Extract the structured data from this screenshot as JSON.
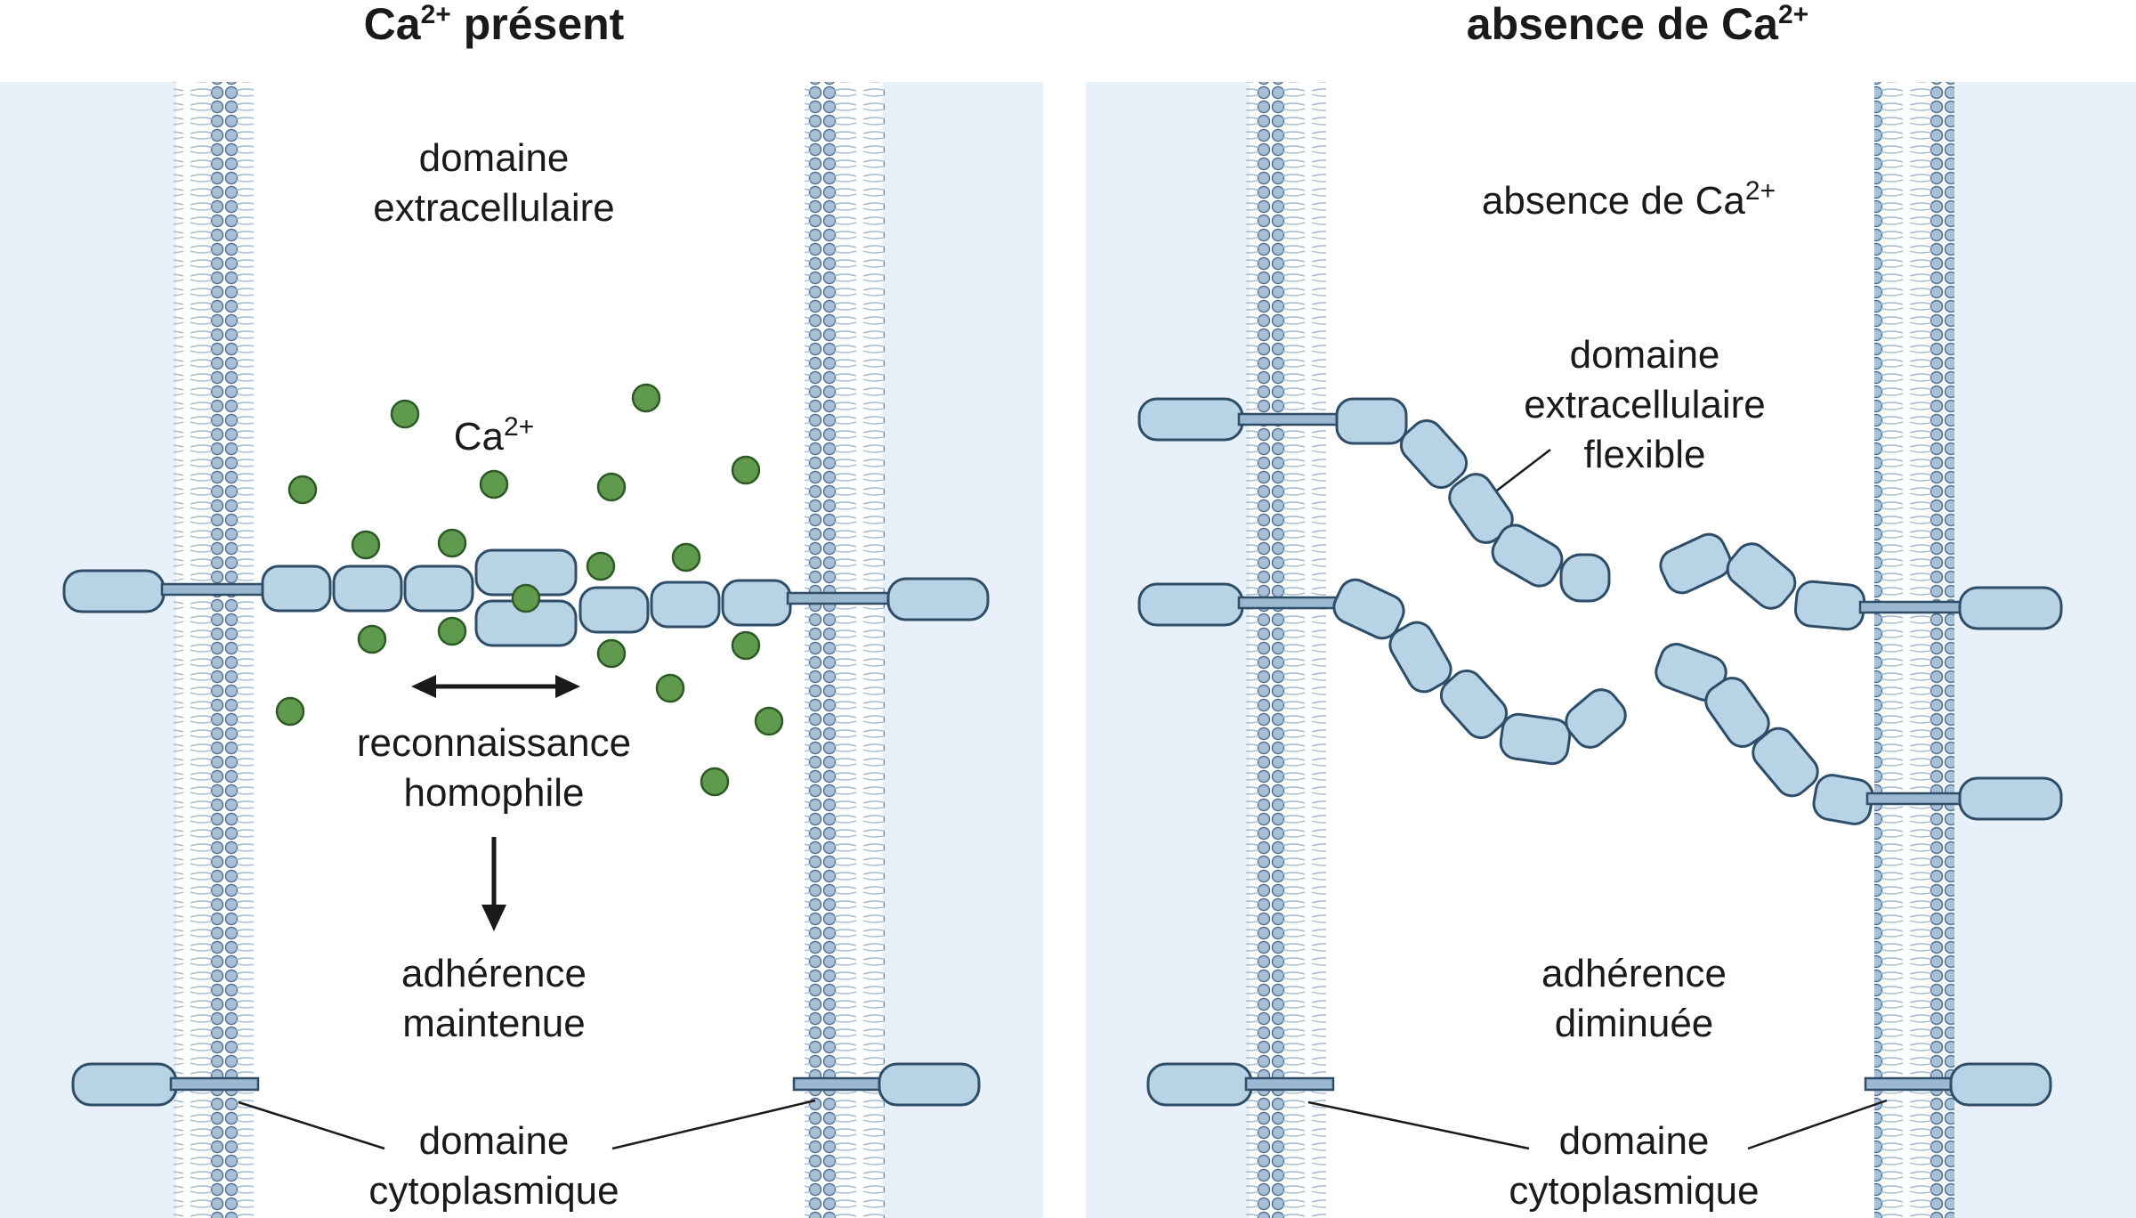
{
  "left_panel": {
    "title": "Ca²⁺ présent",
    "title_base": "Ca",
    "title_sup": "2+",
    "title_rest": " présent",
    "label_extracellular_1": "domaine",
    "label_extracellular_2": "extracellulaire",
    "label_ca_base": "Ca",
    "label_ca_sup": "2+",
    "label_recognition_1": "reconnaissance",
    "label_recognition_2": "homophile",
    "label_adhesion_1": "adhérence",
    "label_adhesion_2": "maintenue",
    "label_cyto_1": "domaine",
    "label_cyto_2": "cytoplasmique"
  },
  "right_panel": {
    "title": "absence de Ca²⁺",
    "title_base": "absence de Ca",
    "title_sup": "2+",
    "label_absence_base": "absence de Ca",
    "label_absence_sup": "2+",
    "label_flexible_1": "domaine",
    "label_flexible_2": "extracellulaire",
    "label_flexible_3": "flexible",
    "label_adhesion_1": "adhérence",
    "label_adhesion_2": "diminuée",
    "label_cyto_1": "domaine",
    "label_cyto_2": "cytoplasmique"
  },
  "colors": {
    "cell_background": "#e8f0f9",
    "protein_fill": "#b9d3e6",
    "protein_outline": "#2e4d68",
    "membrane_head": "#9fb8d0",
    "calcium_ion": "#5f9a4e"
  }
}
